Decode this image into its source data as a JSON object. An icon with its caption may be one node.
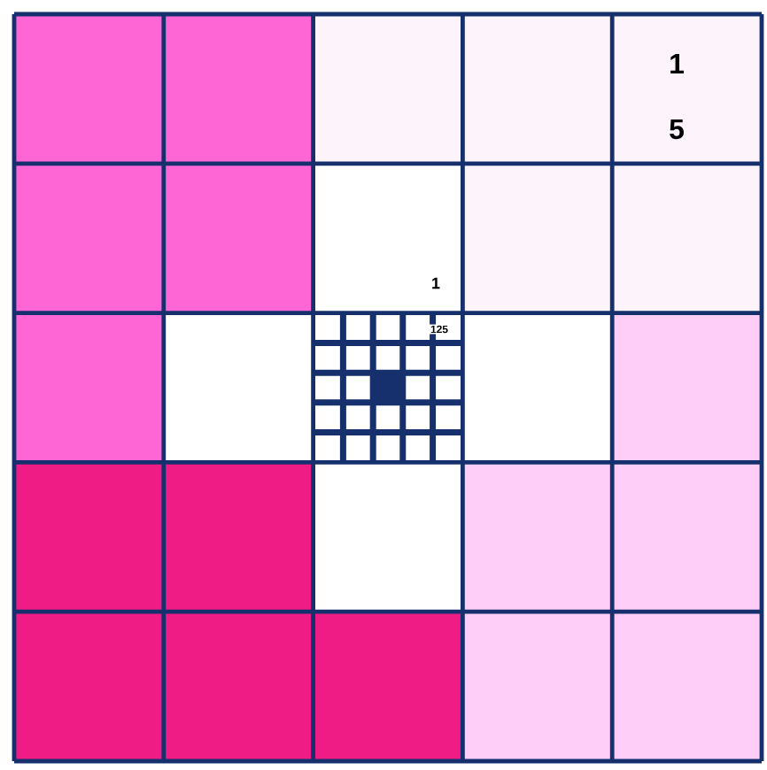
{
  "diagram": {
    "labels": [
      "1",
      "5",
      "1",
      "125"
    ]
  }
}
